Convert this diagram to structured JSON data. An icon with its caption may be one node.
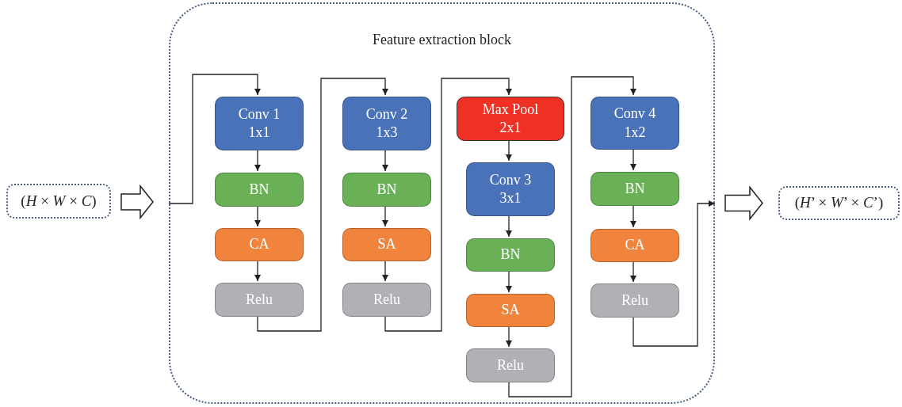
{
  "diagram": {
    "nodes": [
      {
        "text": [
          "(*H* × *W* × *C*)"
        ]
      },
      {
        "text": [
          "Feature extraction block"
        ]
      },
      {
        "text": [
          "Conv 1",
          "1x1"
        ],
        "in": 1
      },
      {
        "text": [
          "BN"
        ],
        "in": 1
      },
      {
        "text": [
          "CA"
        ],
        "in": 1
      },
      {
        "text": [
          "Relu"
        ],
        "in": 1
      },
      {
        "text": [
          "Conv 2",
          "1x3"
        ],
        "in": 1
      },
      {
        "text": [
          "BN"
        ],
        "in": 1
      },
      {
        "text": [
          "SA"
        ],
        "in": 1
      },
      {
        "text": [
          "Relu"
        ],
        "in": 1
      },
      {
        "text": [
          "Max Pool",
          "2x1"
        ],
        "in": 1
      },
      {
        "text": [
          "Conv 3",
          "3x1"
        ],
        "in": 1
      },
      {
        "text": [
          "BN"
        ],
        "in": 1
      },
      {
        "text": [
          "SA"
        ],
        "in": 1
      },
      {
        "text": [
          "Relu"
        ],
        "in": 1
      },
      {
        "text": [
          "Conv 4",
          "1x2"
        ],
        "in": 1
      },
      {
        "text": [
          "BN"
        ],
        "in": 1
      },
      {
        "text": [
          "CA"
        ],
        "in": 1
      },
      {
        "text": [
          "Relu"
        ],
        "in": 1
      },
      {
        "text": [
          "(*H*’ × *W*’ × *C*’)"
        ]
      }
    ],
    "edges": [
      {
        "from": 0,
        "to": 1,
        "arrow": "to",
        "style": "thick"
      },
      {
        "from": 1,
        "to": 2,
        "arrow": "to"
      },
      {
        "from": 2,
        "to": 3,
        "arrow": "to"
      },
      {
        "from": 3,
        "to": 4,
        "arrow": "to"
      },
      {
        "from": 4,
        "to": 5,
        "arrow": "to"
      },
      {
        "from": 5,
        "to": 6,
        "arrow": "to"
      },
      {
        "from": 6,
        "to": 7,
        "arrow": "to"
      },
      {
        "from": 7,
        "to": 8,
        "arrow": "to"
      },
      {
        "from": 8,
        "to": 9,
        "arrow": "to"
      },
      {
        "from": 9,
        "to": 10,
        "arrow": "to"
      },
      {
        "from": 10,
        "to": 11,
        "arrow": "to"
      },
      {
        "from": 11,
        "to": 12,
        "arrow": "to"
      },
      {
        "from": 12,
        "to": 13,
        "arrow": "to"
      },
      {
        "from": 13,
        "to": 14,
        "arrow": "to"
      },
      {
        "from": 14,
        "to": 15,
        "arrow": "to"
      },
      {
        "from": 15,
        "to": 16,
        "arrow": "to"
      },
      {
        "from": 16,
        "to": 17,
        "arrow": "to"
      },
      {
        "from": 17,
        "to": 18,
        "arrow": "to"
      },
      {
        "from": 18,
        "to": 1,
        "arrow": "to"
      },
      {
        "from": 1,
        "to": 19,
        "arrow": "to",
        "style": "thick"
      }
    ]
  }
}
